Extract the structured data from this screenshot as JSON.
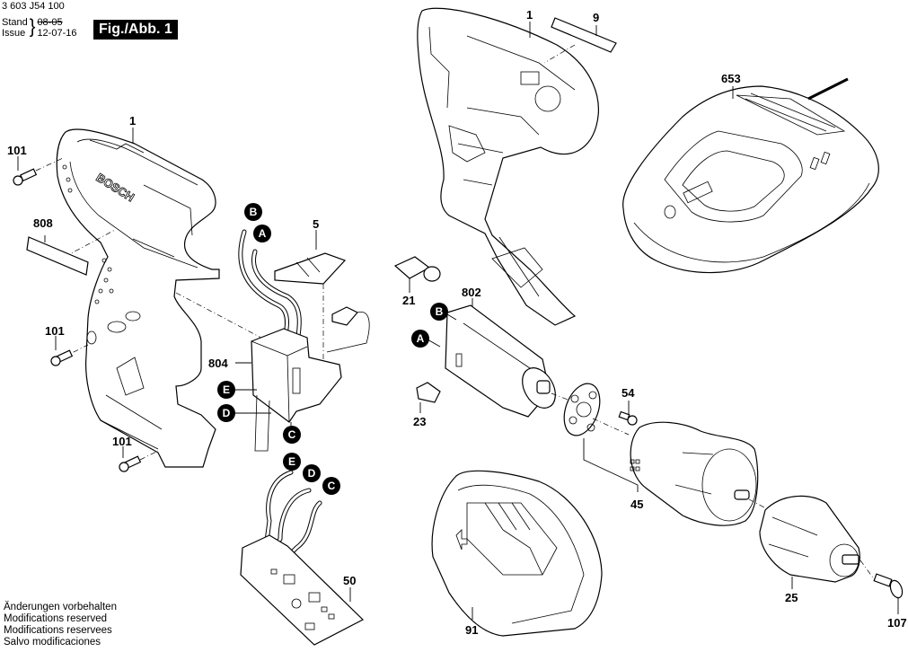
{
  "header": {
    "document_number": "3 603 J54 100",
    "stand_label": "Stand",
    "issue_label": "Issue",
    "stand_value_struck": "08-05",
    "issue_value": "12-07-16",
    "figure_label": "Fig./Abb. 1"
  },
  "footer": {
    "lines": [
      "Änderungen vorbehalten",
      "Modifications reserved",
      "Modifications reservees",
      "Salvo modificaciones"
    ]
  },
  "brand_text": "BOSCH",
  "parts": [
    {
      "id": "p1_left",
      "number": "1",
      "description": "housing-half-left"
    },
    {
      "id": "p1_right",
      "number": "1",
      "description": "housing-half-right"
    },
    {
      "id": "p9",
      "number": "9",
      "description": "label-plate-right"
    },
    {
      "id": "p653",
      "number": "653",
      "description": "battery-charger"
    },
    {
      "id": "p101_top",
      "number": "101",
      "description": "screw-top"
    },
    {
      "id": "p101_mid",
      "number": "101",
      "description": "screw-middle"
    },
    {
      "id": "p101_bot",
      "number": "101",
      "description": "screw-bottom"
    },
    {
      "id": "p808",
      "number": "808",
      "description": "label-plate-left"
    },
    {
      "id": "p5",
      "number": "5",
      "description": "switch-slider"
    },
    {
      "id": "p804",
      "number": "804",
      "description": "on-off-switch"
    },
    {
      "id": "p21",
      "number": "21",
      "description": "switch-button"
    },
    {
      "id": "p802",
      "number": "802",
      "description": "dc-motor"
    },
    {
      "id": "p23",
      "number": "23",
      "description": "slide-switch"
    },
    {
      "id": "p54",
      "number": "54",
      "description": "screw-small"
    },
    {
      "id": "p45",
      "number": "45",
      "description": "gearbox"
    },
    {
      "id": "p50",
      "number": "50",
      "description": "circuit-board"
    },
    {
      "id": "p91",
      "number": "91",
      "description": "battery-pack"
    },
    {
      "id": "p25",
      "number": "25",
      "description": "keyless-chuck"
    },
    {
      "id": "p107",
      "number": "107",
      "description": "chuck-screw"
    }
  ],
  "connectors": {
    "switch_B": "B",
    "switch_A": "A",
    "switch_E": "E",
    "switch_D": "D",
    "switch_C": "C",
    "motor_B": "B",
    "motor_A": "A",
    "board_E": "E",
    "board_D": "D",
    "board_C": "C"
  }
}
